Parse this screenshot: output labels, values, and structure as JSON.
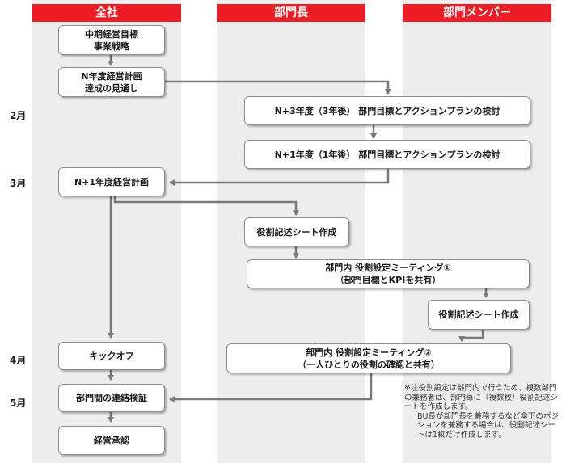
{
  "lanes": {
    "company": "全社",
    "dept_head": "部門長",
    "dept_member": "部門メンバー"
  },
  "months": {
    "feb": "2月",
    "mar": "3月",
    "apr": "4月",
    "may": "5月"
  },
  "steps": {
    "midterm": [
      "中期経営目標",
      "事業戦略"
    ],
    "n_plan": [
      "N年度経営計画",
      "達成の見通し"
    ],
    "n3_goals": "N+3年度（3年後） 部門目標とアクションプランの検討",
    "n1_goals": "N+1年度（1年後） 部門目標とアクションプランの検討",
    "n1_plan": "N+1年度経営計画",
    "role_sheet_head": "役割記述シート作成",
    "meeting1": [
      "部門内 役割設定ミーティング①",
      "（部門目標とKPIを共有）"
    ],
    "role_sheet_member": "役割記述シート作成",
    "meeting2": [
      "部門内 役割設定ミーティング②",
      "（一人ひとりの役割の確認と共有）"
    ],
    "kickoff": "キックオフ",
    "verification": "部門間の連結検証",
    "approval": "経営承認"
  },
  "note": {
    "paragraph1": "※注役割設定は部門内で行うため、複数部門の兼務者は、部門毎に（複数枚）役割記述シートを作成します。",
    "paragraph2": "BU長が部門長を兼務するなど傘下のポジションを兼務する場合は、役割記述シートは1枚だけ作成します。"
  },
  "colors": {
    "header_red": "#ee1c25",
    "lane_gray": "#ededed",
    "arrow_gray": "#7a7a7a"
  }
}
